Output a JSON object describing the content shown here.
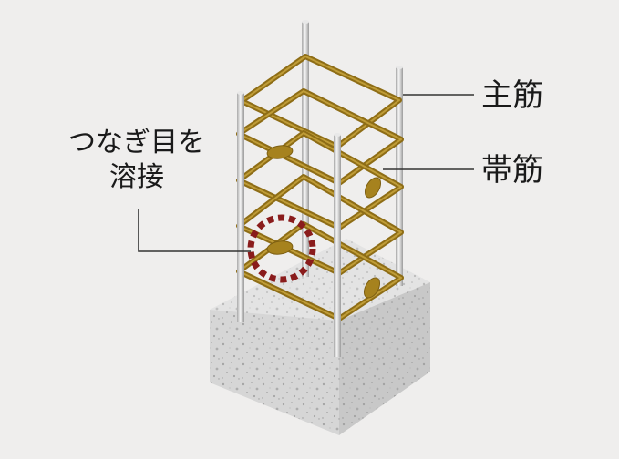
{
  "labels": {
    "main_rebar": "主筋",
    "hoop_rebar": "帯筋",
    "weld_line1": "つなぎ目を",
    "weld_line2": "溶接"
  },
  "colors": {
    "background": "#efeeed",
    "hoop": "#a6821e",
    "hoop_highlight": "#c9a740",
    "rebar": "#d9d9d9",
    "concrete_top": "#e3e3e3",
    "concrete_left": "#d6d6d6",
    "concrete_right": "#c8c8c8",
    "weld_marker": "#8a1c1c",
    "leader_line": "#333333"
  }
}
